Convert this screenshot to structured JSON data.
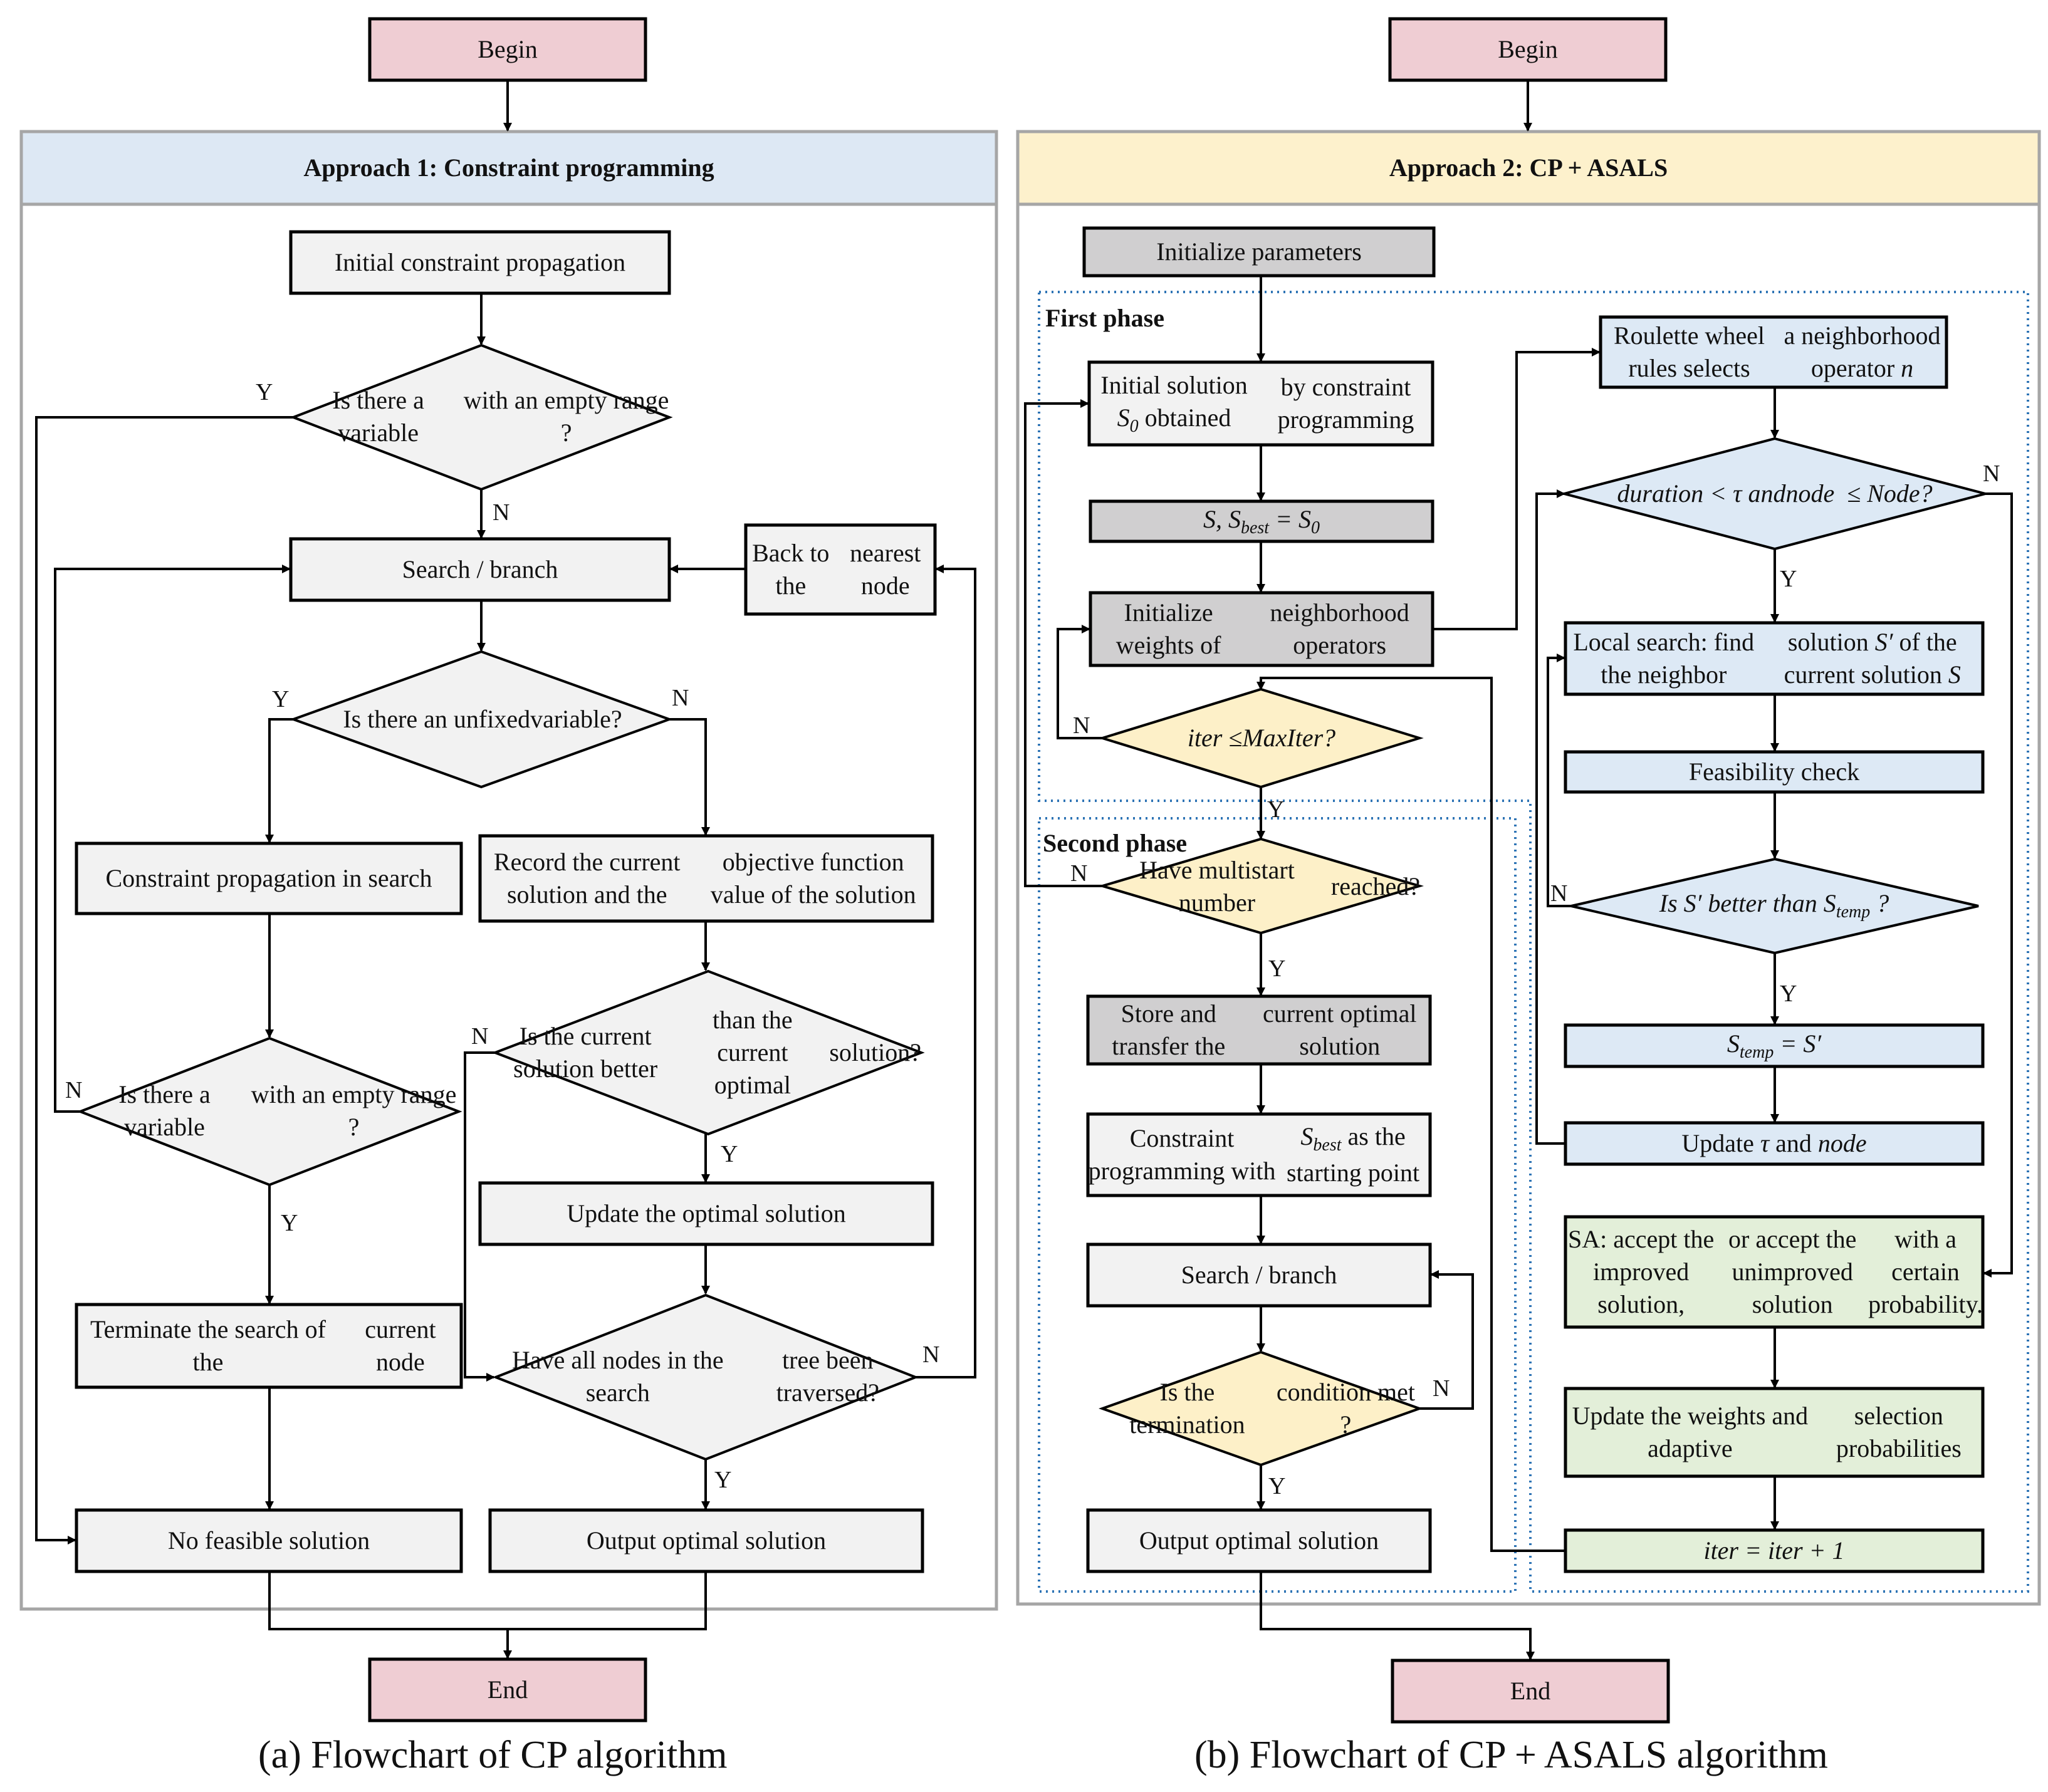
{
  "colors": {
    "begin_end_fill": "#efcdd3",
    "approach1_header": "#dde8f4",
    "approach2_header": "#fdf1cc",
    "grey_box": "#d0cfd0",
    "light_box": "#f2f2f2",
    "blue_box": "#dde9f5",
    "yellow_diamond": "#fdf0c8",
    "green_box": "#e3efd9",
    "dotted_border": "#2e74b5",
    "line": "#000000"
  },
  "left": {
    "begin": "Begin",
    "header": "Approach 1: Constraint programming",
    "initial_propagation": "Initial constraint propagation",
    "empty_range_top": [
      "Is there a variable",
      "with an empty range ?"
    ],
    "search_branch": "Search / branch",
    "back_to_node": [
      "Back to the",
      "nearest node"
    ],
    "unfixed_variable": [
      "Is there an unfixed",
      "variable?"
    ],
    "propagation_in_search": "Constraint propagation in search",
    "record_solution": [
      "Record the current solution and the",
      "objective function value of the solution"
    ],
    "current_better": [
      "Is the current solution better",
      "than the current optimal",
      "solution?"
    ],
    "empty_range_lower": [
      "Is there a variable",
      "with an empty range ?"
    ],
    "update_optimal": "Update the optimal solution",
    "terminate_search": [
      "Terminate the search of the",
      "current node"
    ],
    "all_nodes_traversed": [
      "Have all nodes in the search",
      "tree been traversed?"
    ],
    "no_feasible": "No feasible solution",
    "output_optimal": "Output optimal solution",
    "end": "End",
    "caption": "(a) Flowchart of CP algorithm"
  },
  "right": {
    "begin": "Begin",
    "header": "Approach 2: CP + ASALS",
    "init_params": "Initialize parameters",
    "first_phase": "First phase",
    "second_phase": "Second phase",
    "initial_solution": [
      "Initial solution S0 obtained",
      "by constraint programming"
    ],
    "s_sbest": "S, Sbest = S0",
    "init_weights": [
      "Initialize weights of",
      "neighborhood operators"
    ],
    "iter_check": "iter ≤MaxIter?",
    "multistart": [
      "Have multistart number",
      "reached?"
    ],
    "store_transfer": [
      "Store and transfer the",
      "current optimal solution"
    ],
    "cp_start": [
      "Constraint programming with",
      "Sbest as the starting point"
    ],
    "search_branch": "Search / branch",
    "termination": [
      "Is the termination",
      "condition met ?"
    ],
    "output_optimal": "Output optimal solution",
    "roulette": [
      "Roulette wheel rules selects",
      "a neighborhood operator n"
    ],
    "duration_check": [
      "duration < τ and",
      "node  ≤ Node?"
    ],
    "local_search": [
      "Local search: find the neighbor",
      "solution S′ of the current solution S"
    ],
    "feasibility": "Feasibility check",
    "better_check": "Is S′ better than Stemp ?",
    "stemp_assign": "Stemp = S′",
    "update_tau": "Update τ and node",
    "sa_accept": [
      "SA: accept the improved solution,",
      "or accept the unimproved solution",
      "with a certain probability."
    ],
    "update_weights": [
      "Update the weights and adaptive",
      "selection probabilities"
    ],
    "iter_increment": "iter = iter + 1",
    "end": "End",
    "caption": "(b) Flowchart of CP + ASALS algorithm"
  },
  "branch_labels": {
    "yes": "Y",
    "no": "N"
  }
}
